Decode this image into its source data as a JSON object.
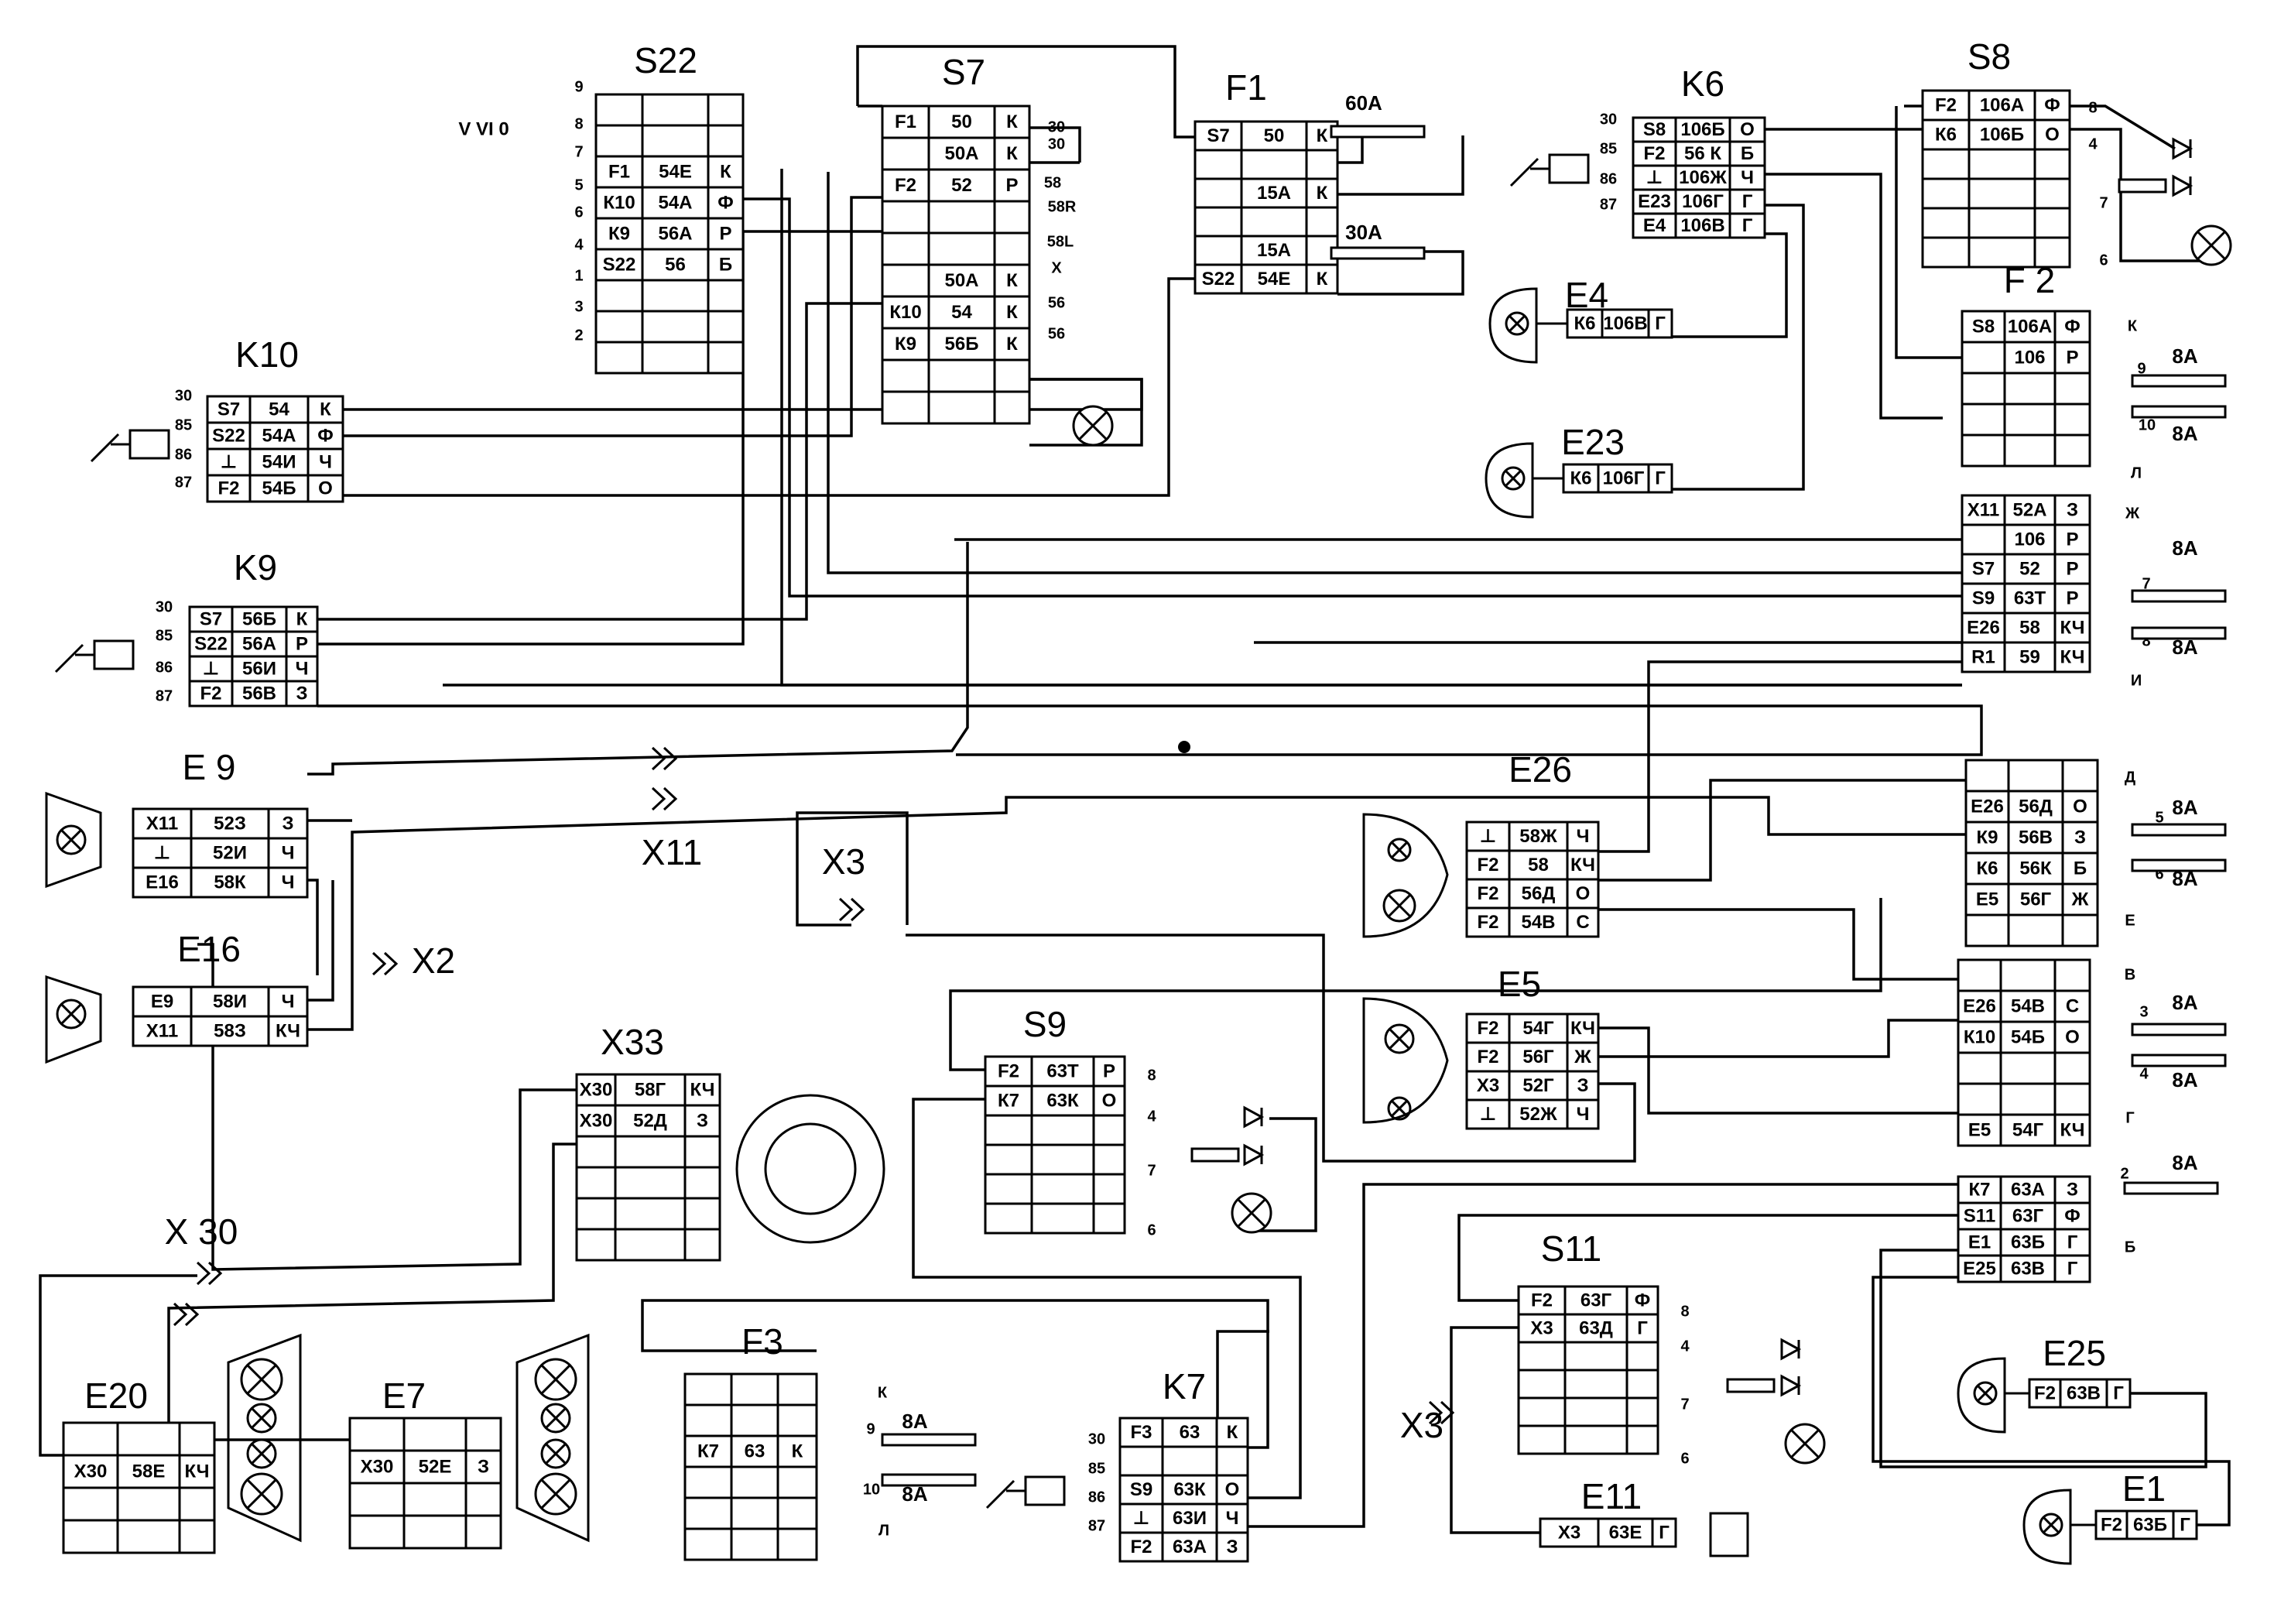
{
  "diagram": {
    "components": [
      {
        "id": "S22",
        "title": "S22",
        "rows": [
          [
            "",
            "",
            ""
          ],
          [
            "",
            "",
            ""
          ],
          [
            "F1",
            "54Е",
            "К"
          ],
          [
            "К10",
            "54А",
            "Ф"
          ],
          [
            "К9",
            "56А",
            "Р"
          ],
          [
            "S22",
            "56",
            "Б"
          ],
          [
            "",
            "",
            ""
          ],
          [
            "",
            "",
            ""
          ],
          [
            "",
            "",
            ""
          ]
        ],
        "pins": [
          "9",
          "8",
          "7",
          "5",
          "6",
          "4",
          "1",
          "3",
          "2"
        ],
        "switch_labels": "V VI 0"
      },
      {
        "id": "S7",
        "title": "S7",
        "rows": [
          [
            "F1",
            "50",
            "К"
          ],
          [
            "",
            "50А",
            "К"
          ],
          [
            "F2",
            "52",
            "Р"
          ],
          [
            "",
            "",
            ""
          ],
          [
            "",
            "",
            ""
          ],
          [
            "",
            "50А",
            "К"
          ],
          [
            "К10",
            "54",
            "К"
          ],
          [
            "К9",
            "56Б",
            "К"
          ],
          [
            "",
            "",
            ""
          ],
          [
            "",
            "",
            ""
          ]
        ],
        "pins": [
          "30",
          "30",
          "58",
          "58R",
          "58L",
          "X",
          "56",
          "56"
        ]
      },
      {
        "id": "F1",
        "title": "F1",
        "rows": [
          [
            "S7",
            "50",
            "К"
          ],
          [
            "",
            "",
            ""
          ],
          [
            "",
            "15А",
            "К"
          ],
          [
            "",
            "",
            ""
          ],
          [
            "",
            "15А",
            ""
          ],
          [
            "S22",
            "54Е",
            "К"
          ]
        ],
        "fuses": [
          "60А",
          "30А"
        ]
      },
      {
        "id": "K6",
        "title": "K6",
        "rows": [
          [
            "S8",
            "106Б",
            "О"
          ],
          [
            "F2",
            "56 К",
            "Б"
          ],
          [
            "⊥",
            "106Ж",
            "Ч"
          ],
          [
            "Е23",
            "106Г",
            "Г"
          ],
          [
            "Е4",
            "106В",
            "Г"
          ]
        ],
        "pins": [
          "30",
          "85",
          "86",
          "87"
        ]
      },
      {
        "id": "S8",
        "title": "S8",
        "rows": [
          [
            "F2",
            "106А",
            "Ф"
          ],
          [
            "К6",
            "106Б",
            "О"
          ],
          [
            "",
            "",
            ""
          ],
          [
            "",
            "",
            ""
          ],
          [
            "",
            "",
            ""
          ],
          [
            "",
            "",
            ""
          ]
        ],
        "pins": [
          "8",
          "4",
          "7",
          "6"
        ]
      },
      {
        "id": "K10",
        "title": "K10",
        "rows": [
          [
            "S7",
            "54",
            "К"
          ],
          [
            "S22",
            "54А",
            "Ф"
          ],
          [
            "⊥",
            "54И",
            "Ч"
          ],
          [
            "F2",
            "54Б",
            "О"
          ]
        ],
        "pins": [
          "30",
          "85",
          "86",
          "87"
        ]
      },
      {
        "id": "K9",
        "title": "K9",
        "rows": [
          [
            "S7",
            "56Б",
            "К"
          ],
          [
            "S22",
            "56А",
            "Р"
          ],
          [
            "⊥",
            "56И",
            "Ч"
          ],
          [
            "F2",
            "56В",
            "З"
          ]
        ],
        "pins": [
          "30",
          "85",
          "86",
          "87"
        ]
      },
      {
        "id": "F2a",
        "title": "F 2",
        "rows": [
          [
            "S8",
            "106А",
            "Ф"
          ],
          [
            "",
            "106",
            "Р"
          ],
          [
            "",
            "",
            ""
          ],
          [
            "",
            "",
            ""
          ],
          [
            "",
            "",
            ""
          ]
        ],
        "pins": [
          "К",
          "9",
          "10",
          "Л"
        ],
        "fuses": [
          "8А",
          "8А"
        ]
      },
      {
        "id": "F2b",
        "title": "",
        "rows": [
          [
            "Х11",
            "52А",
            "З"
          ],
          [
            "",
            "106",
            "Р"
          ],
          [
            "S7",
            "52",
            "Р"
          ],
          [
            "S9",
            "63Т",
            "Р"
          ],
          [
            "Е26",
            "58",
            "КЧ"
          ],
          [
            "R1",
            "59",
            "КЧ"
          ]
        ],
        "pins": [
          "Ж",
          "7",
          "8",
          "И"
        ],
        "fuses": [
          "8А",
          "8А"
        ]
      },
      {
        "id": "F2c",
        "title": "",
        "rows": [
          [
            "",
            "",
            ""
          ],
          [
            "Е26",
            "56Д",
            "О"
          ],
          [
            "К9",
            "56В",
            "З"
          ],
          [
            "К6",
            "56К",
            "Б"
          ],
          [
            "Е5",
            "56Г",
            "Ж"
          ],
          [
            "",
            "",
            ""
          ]
        ],
        "pins": [
          "Д",
          "5",
          "6",
          "Е"
        ],
        "fuses": [
          "8А",
          "8А"
        ]
      },
      {
        "id": "F2d",
        "title": "",
        "rows": [
          [
            "",
            "",
            ""
          ],
          [
            "Е26",
            "54В",
            "С"
          ],
          [
            "К10",
            "54Б",
            "О"
          ],
          [
            "",
            "",
            ""
          ],
          [
            "",
            "",
            ""
          ],
          [
            "Е5",
            "54Г",
            "КЧ"
          ]
        ],
        "pins": [
          "В",
          "3",
          "4",
          "Г"
        ],
        "fuses": [
          "8А",
          "8А"
        ]
      },
      {
        "id": "F2e",
        "title": "",
        "rows": [
          [
            "К7",
            "63А",
            "З"
          ],
          [
            "S11",
            "63Г",
            "Ф"
          ],
          [
            "Е1",
            "63Б",
            "Г"
          ],
          [
            "Е25",
            "63В",
            "Г"
          ]
        ],
        "pins": [
          "2",
          "Б"
        ],
        "fuses": [
          "8А"
        ]
      },
      {
        "id": "E9",
        "title": "E 9",
        "rows": [
          [
            "Х11",
            "52З",
            "З"
          ],
          [
            "⊥",
            "52И",
            "Ч"
          ],
          [
            "Е16",
            "58К",
            "Ч"
          ]
        ]
      },
      {
        "id": "E16",
        "title": "E16",
        "rows": [
          [
            "Е9",
            "58И",
            "Ч"
          ],
          [
            "Х11",
            "58З",
            "КЧ"
          ]
        ]
      },
      {
        "id": "E26",
        "title": "E26",
        "rows": [
          [
            "⊥",
            "58Ж",
            "Ч"
          ],
          [
            "F2",
            "58",
            "КЧ"
          ],
          [
            "F2",
            "56Д",
            "О"
          ],
          [
            "F2",
            "54В",
            "С"
          ]
        ]
      },
      {
        "id": "E5",
        "title": "E5",
        "rows": [
          [
            "F2",
            "54Г",
            "КЧ"
          ],
          [
            "F2",
            "56Г",
            "Ж"
          ],
          [
            "Х3",
            "52Г",
            "З"
          ],
          [
            "⊥",
            "52Ж",
            "Ч"
          ]
        ]
      },
      {
        "id": "S9",
        "title": "S9",
        "rows": [
          [
            "F2",
            "63Т",
            "Р"
          ],
          [
            "К7",
            "63К",
            "О"
          ],
          [
            "",
            "",
            ""
          ],
          [
            "",
            "",
            ""
          ],
          [
            "",
            "",
            ""
          ],
          [
            "",
            "",
            ""
          ]
        ],
        "pins": [
          "8",
          "4",
          "7",
          "6"
        ]
      },
      {
        "id": "X33",
        "title": "X33",
        "rows": [
          [
            "Х30",
            "58Г",
            "КЧ"
          ],
          [
            "Х30",
            "52Д",
            "З"
          ],
          [
            "",
            "",
            ""
          ],
          [
            "",
            "",
            ""
          ],
          [
            "",
            "",
            ""
          ],
          [
            "",
            "",
            ""
          ]
        ]
      },
      {
        "id": "S11",
        "title": "S11",
        "rows": [
          [
            "F2",
            "63Г",
            "Ф"
          ],
          [
            "Х3",
            "63Д",
            "Г"
          ],
          [
            "",
            "",
            ""
          ],
          [
            "",
            "",
            ""
          ],
          [
            "",
            "",
            ""
          ],
          [
            "",
            "",
            ""
          ]
        ],
        "pins": [
          "8",
          "4",
          "7",
          "6"
        ]
      },
      {
        "id": "F3",
        "title": "F3",
        "rows": [
          [
            "",
            "",
            ""
          ],
          [
            "",
            "",
            ""
          ],
          [
            "К7",
            "63",
            "К"
          ],
          [
            "",
            "",
            ""
          ],
          [
            "",
            "",
            ""
          ],
          [
            "",
            "",
            ""
          ]
        ],
        "pins": [
          "К",
          "9",
          "10",
          "Л"
        ],
        "fuses": [
          "8А",
          "8А"
        ]
      },
      {
        "id": "K7",
        "title": "K7",
        "rows": [
          [
            "F3",
            "63",
            "К"
          ],
          [
            "",
            "",
            ""
          ],
          [
            "S9",
            "63К",
            "О"
          ],
          [
            "⊥",
            "63И",
            "Ч"
          ],
          [
            "F2",
            "63А",
            "З"
          ]
        ],
        "pins": [
          "30",
          "85",
          "86",
          "87"
        ]
      },
      {
        "id": "E20",
        "title": "E20",
        "rows": [
          [
            "",
            "",
            ""
          ],
          [
            "Х30",
            "58Е",
            "КЧ"
          ],
          [
            "",
            "",
            ""
          ],
          [
            "",
            "",
            ""
          ]
        ]
      },
      {
        "id": "E7",
        "title": "E7",
        "rows": [
          [
            "",
            "",
            ""
          ],
          [
            "Х30",
            "52Е",
            "З"
          ],
          [
            "",
            "",
            ""
          ],
          [
            "",
            "",
            ""
          ]
        ]
      }
    ],
    "lamps": [
      {
        "id": "E4",
        "title": "E4",
        "plug": [
          "К6",
          "106В",
          "Г"
        ]
      },
      {
        "id": "E23",
        "title": "E23",
        "plug": [
          "К6",
          "106Г",
          "Г"
        ]
      },
      {
        "id": "E25",
        "title": "E25",
        "plug": [
          "F2",
          "63В",
          "Г"
        ]
      },
      {
        "id": "E1",
        "title": "E1",
        "plug": [
          "F2",
          "63Б",
          "Г"
        ]
      },
      {
        "id": "E11",
        "title": "E11",
        "plug": [
          "Х3",
          "63Е",
          "Г"
        ]
      }
    ],
    "connectors": [
      "X11",
      "X3",
      "X2",
      "X 30",
      "X3"
    ]
  }
}
